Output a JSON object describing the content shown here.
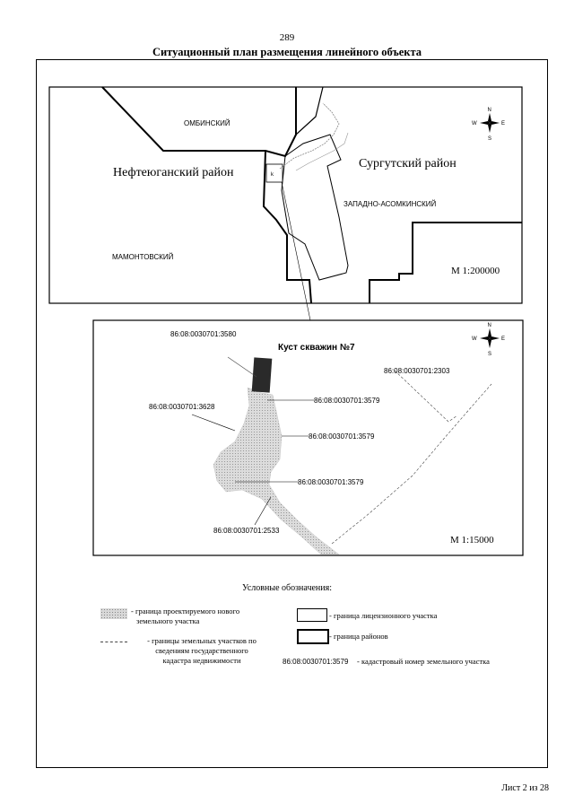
{
  "page": {
    "number": "289",
    "title": "Ситуационный план размещения линейного объекта",
    "sheet": "Лист 2 из 28"
  },
  "overview_map": {
    "labels": {
      "ombinsky": "ОМБИНСКИЙ",
      "nefteyugansky": "Нефтеюганский район",
      "surgutsky": "Сургутский район",
      "zapadno": "ЗАПАДНО-АСОМКИНСКИЙ",
      "mamontovsky": "МАМОНТОВСКИЙ"
    },
    "scale": "М 1:200000",
    "compass": {
      "n": "N",
      "s": "S",
      "w": "W",
      "e": "E"
    }
  },
  "detail_map": {
    "title": "Куст скважин №7",
    "cadastral": {
      "c3580": "86:08:0030701:3580",
      "c2303": "86:08:0030701:2303",
      "c3579a": "86:08:0030701:3579",
      "c3628": "86:08:0030701:3628",
      "c3579b": "86:08:0030701:3579",
      "c3579c": "86:08:0030701:3579",
      "c2533": "86:08:0030701:2533"
    },
    "scale": "М 1:15000",
    "compass": {
      "n": "N",
      "s": "S",
      "w": "W",
      "e": "E"
    }
  },
  "legend": {
    "title": "Условные обозначения:",
    "items": {
      "projected_line1": "- граница проектируемого нового",
      "projected_line2": "земельного участка",
      "cadastre_line1": "- границы земельных участков по",
      "cadastre_line2": "сведениям государственного",
      "cadastre_line3": "кадастра недвижимости",
      "license": "- граница лицензионного участка",
      "districts": "- граница районов",
      "cad_example": "86:08:0030701:3579",
      "cad_desc": "- кадастровый номер земельного участка"
    }
  }
}
